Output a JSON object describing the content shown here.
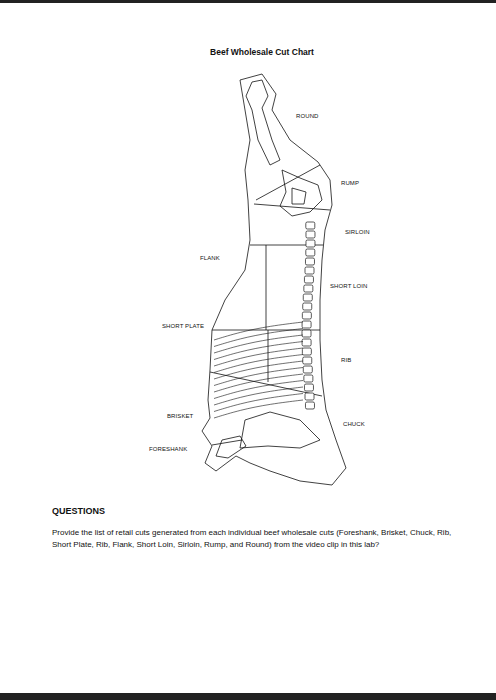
{
  "diagram": {
    "title": "Beef Wholesale Cut Chart",
    "labels": [
      "ROUND",
      "RUMP",
      "SIRLOIN",
      "SHORT LOIN",
      "RIB",
      "CHUCK",
      "FLANK",
      "SHORT PLATE",
      "BRISKET",
      "FORESHANK",
      "QUESTIONS",
      "Provide the list of retail cuts generated from each individual beef wholesale cuts (Foreshank, Brisket, Chuck, Rib, Short Plate, Rib, Flank, Short Loin, Sirloin, Rump, and Round) from the video clip in this lab?"
    ]
  }
}
